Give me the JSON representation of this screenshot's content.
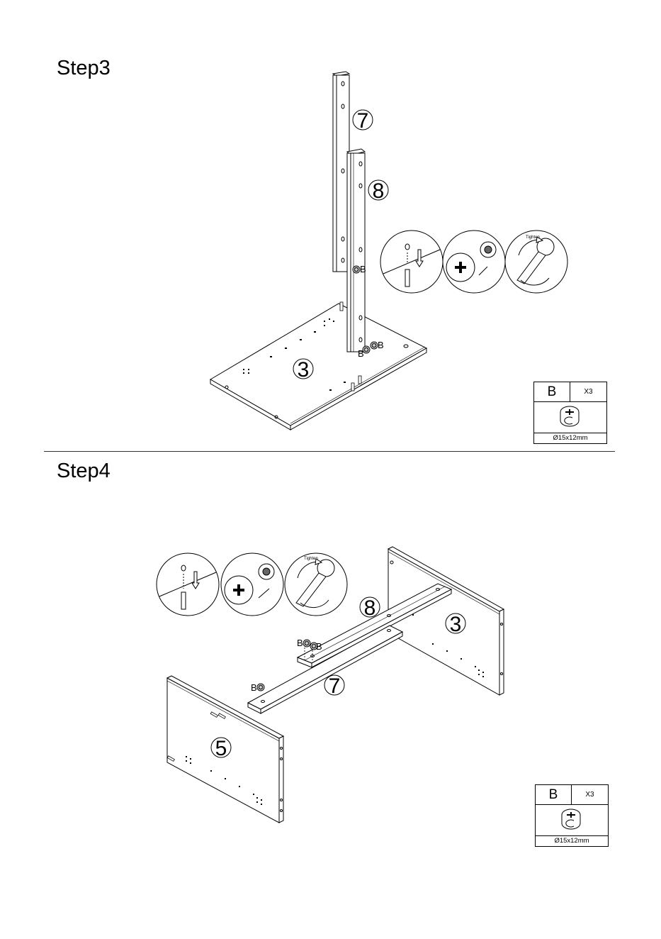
{
  "step3": {
    "title": "Step3",
    "parts": {
      "panel_3": "3",
      "rail_7": "7",
      "rail_8": "8"
    },
    "fastener_labels": [
      "B",
      "B",
      "B"
    ],
    "tighten_label": "Tighten",
    "hardware": {
      "letter": "B",
      "quantity": "X3",
      "size": "Ø15x12mm",
      "icon": "cam-lock-icon"
    }
  },
  "step4": {
    "title": "Step4",
    "parts": {
      "panel_3": "3",
      "panel_5": "5",
      "rail_7": "7",
      "rail_8": "8"
    },
    "fastener_labels": [
      "B",
      "B",
      "B"
    ],
    "tighten_label": "Tighten",
    "hardware": {
      "letter": "B",
      "quantity": "X3",
      "size": "Ø15x12mm",
      "icon": "cam-lock-icon"
    }
  }
}
